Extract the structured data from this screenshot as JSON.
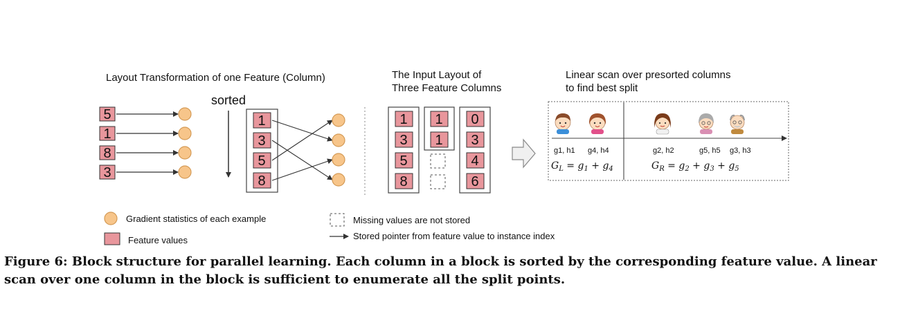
{
  "panel1": {
    "title": "Layout Transformation of one Feature (Column)",
    "sorted_label": "sorted",
    "unsorted_values": [
      "5",
      "1",
      "8",
      "3"
    ],
    "sorted_values": [
      "1",
      "3",
      "5",
      "8"
    ]
  },
  "panel2": {
    "title_line1": "The Input Layout of",
    "title_line2": "Three Feature Columns",
    "column1": [
      "1",
      "3",
      "5",
      "8"
    ],
    "column2": [
      "1",
      "1"
    ],
    "column3": [
      "0",
      "3",
      "4",
      "6"
    ]
  },
  "panel3": {
    "title_line1": "Linear scan over presorted columns",
    "title_line2": "to find best split",
    "left_labels": [
      "g1, h1",
      "g4, h4"
    ],
    "right_labels": [
      "g2, h2",
      "g5, h5",
      "g3, h3"
    ],
    "left_formula": "G_L = g_1 + g_4",
    "right_formula": "G_R = g_2 + g_3 + g_5"
  },
  "legend": {
    "gradient": "Gradient statistics of each example",
    "feature": "Feature values",
    "missing": "Missing values are not stored",
    "pointer": "Stored pointer from feature value to instance index"
  },
  "caption": "Figure 6: Block structure for parallel learning. Each column in a block is sorted by the corresponding feature value. A linear scan over one column in the block is sufficient to enumerate all the split points.",
  "colors": {
    "feature_fill": "#e8969c",
    "circle_fill": "#f7c58a",
    "circle_stroke": "#d49a55",
    "line": "#333333"
  }
}
